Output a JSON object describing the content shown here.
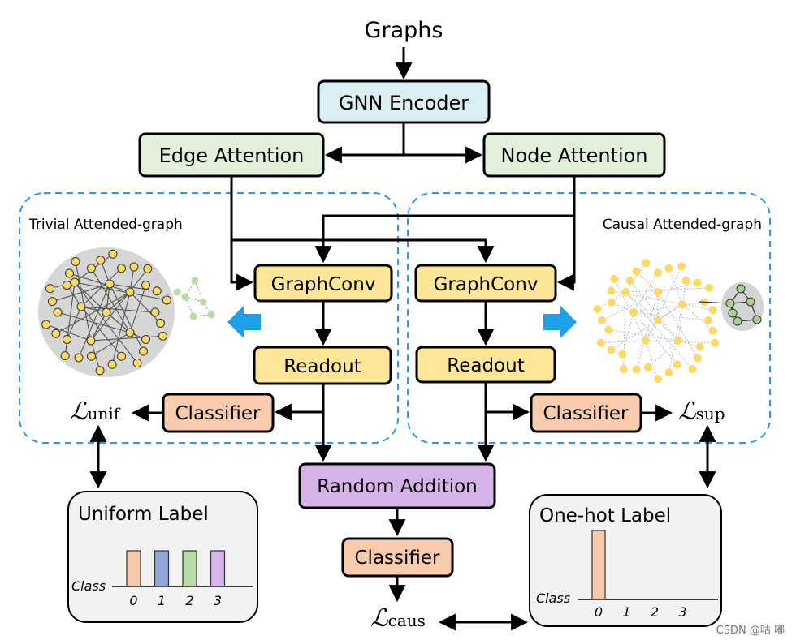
{
  "title": "Graphs",
  "encoder": "GNN Encoder",
  "edge_attention": "Edge Attention",
  "node_attention": "Node Attention",
  "trivial_region": "Trivial Attended-graph",
  "causal_region": "Causal Attended-graph",
  "graphconv_left": "GraphConv",
  "graphconv_right": "GraphConv",
  "readout_left": "Readout",
  "readout_right": "Readout",
  "classifier_left": "Classifier",
  "classifier_right": "Classifier",
  "classifier_bottom": "Classifier",
  "random_addition": "Random Addition",
  "loss_unif": {
    "base": "ℒ",
    "sub": "unif"
  },
  "loss_sup": {
    "base": "ℒ",
    "sub": "sup"
  },
  "loss_caus": {
    "base": "ℒ",
    "sub": "caus"
  },
  "uniform_panel": {
    "title": "Uniform Label",
    "axis_label": "Class",
    "ticks": [
      "0",
      "1",
      "2",
      "3"
    ],
    "bar_values": [
      1,
      1,
      1,
      1
    ],
    "bar_colors": [
      "#f8c9a8",
      "#8ea7d8",
      "#b7dca5",
      "#d7b5ea"
    ]
  },
  "onehot_panel": {
    "title": "One-hot Label",
    "axis_label": "Class",
    "ticks": [
      "0",
      "1",
      "2",
      "3"
    ],
    "bar_values": [
      1,
      0,
      0,
      0
    ],
    "bar_colors": [
      "#f8c9a8"
    ]
  },
  "watermark": "CSDN @咕 嘟",
  "colors": {
    "encoder": "#dbeef4",
    "attention": "#e2efda",
    "graphconv": "#ffe699",
    "classifier": "#f8cbad",
    "random_addition": "#d5b3e8",
    "panel": "#f2f2f2",
    "dashed": "#2b9ae8",
    "blue_arrow": "#1ea0e6"
  }
}
